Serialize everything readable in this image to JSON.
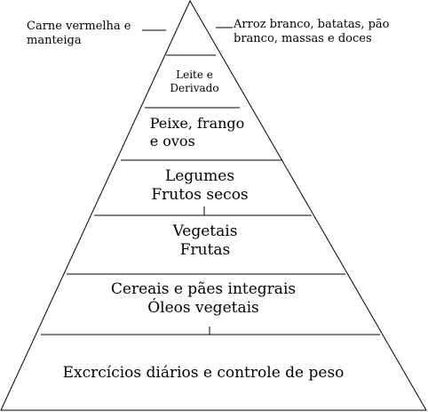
{
  "notes": {
    "left": [
      "Carne vermelha e",
      "manteiga"
    ],
    "right": [
      "Arroz branco, batatas, pão",
      "branco, massas e doces"
    ]
  },
  "tiers": [
    {
      "lines": [
        "Leite e",
        "Derivado"
      ]
    },
    {
      "lines": [
        "Peixe, frango",
        "e ovos"
      ]
    },
    {
      "lines": [
        "Legumes",
        "Frutos secos"
      ]
    },
    {
      "lines": [
        "Vegetais",
        "Frutas"
      ]
    },
    {
      "lines": [
        "Cereais e pães integrais",
        "Óleos vegetais"
      ]
    },
    {
      "lines": [
        "Excrcícios diários e controle de peso"
      ]
    }
  ],
  "colors": {
    "line": "#000000",
    "background": "#ffffff"
  }
}
